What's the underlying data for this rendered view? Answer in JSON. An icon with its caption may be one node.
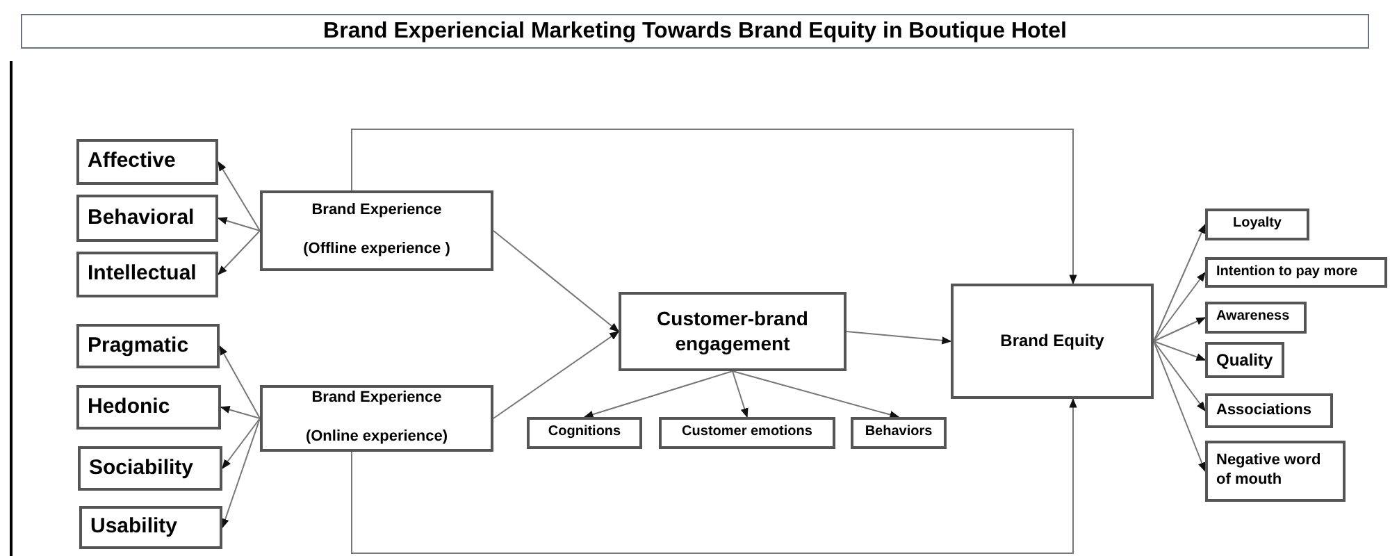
{
  "diagram": {
    "title": "Brand Experiencial Marketing Towards Brand Equity in Boutique Hotel",
    "nodes": [
      {
        "text": [
          "Affective"
        ]
      },
      {
        "text": [
          "Behavioral"
        ]
      },
      {
        "text": [
          "Intellectual"
        ]
      },
      {
        "text": [
          "Pragmatic"
        ]
      },
      {
        "text": [
          "Hedonic"
        ]
      },
      {
        "text": [
          "Sociability"
        ]
      },
      {
        "text": [
          "Usability"
        ]
      },
      {
        "text": [
          "Brand Experience",
          "(Offline experience )"
        ]
      },
      {
        "text": [
          "Brand Experience",
          "(Online experience)"
        ]
      },
      {
        "text": [
          "Customer-brand engagement"
        ]
      },
      {
        "text": [
          "Cognitions"
        ]
      },
      {
        "text": [
          "Customer emotions"
        ]
      },
      {
        "text": [
          "Behaviors"
        ]
      },
      {
        "text": [
          "Brand Equity"
        ]
      },
      {
        "text": [
          "Loyalty"
        ]
      },
      {
        "text": [
          "Intention to pay more"
        ]
      },
      {
        "text": [
          "Awareness"
        ]
      },
      {
        "text": [
          "Quality"
        ]
      },
      {
        "text": [
          "Associations"
        ]
      },
      {
        "text": [
          "Negative word of mouth"
        ]
      }
    ],
    "edges": [
      {
        "from": 7,
        "to": 0,
        "arrow": "to"
      },
      {
        "from": 7,
        "to": 1,
        "arrow": "to"
      },
      {
        "from": 7,
        "to": 2,
        "arrow": "to"
      },
      {
        "from": 8,
        "to": 3,
        "arrow": "to"
      },
      {
        "from": 8,
        "to": 4,
        "arrow": "to"
      },
      {
        "from": 8,
        "to": 5,
        "arrow": "to"
      },
      {
        "from": 8,
        "to": 6,
        "arrow": "to"
      },
      {
        "from": 7,
        "to": 9,
        "arrow": "to"
      },
      {
        "from": 8,
        "to": 9,
        "arrow": "to"
      },
      {
        "from": 9,
        "to": 13,
        "arrow": "to"
      },
      {
        "from": 9,
        "to": 10,
        "arrow": "to"
      },
      {
        "from": 9,
        "to": 11,
        "arrow": "to"
      },
      {
        "from": 9,
        "to": 12,
        "arrow": "to"
      },
      {
        "from": 7,
        "to": 13,
        "arrow": "to"
      },
      {
        "from": 8,
        "to": 13,
        "arrow": "to"
      },
      {
        "from": 13,
        "to": 14,
        "arrow": "to"
      },
      {
        "from": 13,
        "to": 15,
        "arrow": "to"
      },
      {
        "from": 13,
        "to": 16,
        "arrow": "to"
      },
      {
        "from": 13,
        "to": 17,
        "arrow": "to"
      },
      {
        "from": 13,
        "to": 18,
        "arrow": "to"
      },
      {
        "from": 13,
        "to": 19,
        "arrow": "to"
      }
    ]
  }
}
